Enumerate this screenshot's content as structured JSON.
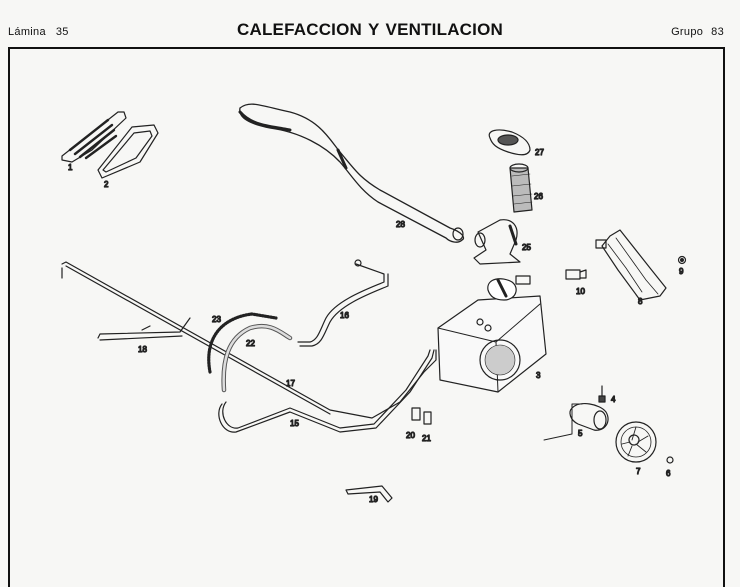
{
  "header": {
    "sheet_label": "Lámina",
    "sheet_number": "35",
    "title_words": [
      "CALEFACCION",
      "Y",
      "VENTILACION"
    ],
    "group_label": "Grupo",
    "group_number": "83"
  },
  "parts": [
    {
      "id": "part-1",
      "label": "1",
      "name": "vent-grille"
    },
    {
      "id": "part-2",
      "label": "2",
      "name": "grille-gasket"
    },
    {
      "id": "part-3",
      "label": "3",
      "name": "heater-box"
    },
    {
      "id": "part-4",
      "label": "4",
      "name": "blower-motor"
    },
    {
      "id": "part-5",
      "label": "5",
      "name": "motor-terminal"
    },
    {
      "id": "part-6",
      "label": "6",
      "name": "nut"
    },
    {
      "id": "part-7",
      "label": "7",
      "name": "fan-wheel"
    },
    {
      "id": "part-8",
      "label": "8",
      "name": "heater-core"
    },
    {
      "id": "part-9",
      "label": "9",
      "name": "fitting"
    },
    {
      "id": "part-10",
      "label": "10",
      "name": "valve"
    },
    {
      "id": "part-15",
      "label": "15",
      "name": "pipe-15"
    },
    {
      "id": "part-16",
      "label": "16",
      "name": "pipe-16"
    },
    {
      "id": "part-17",
      "label": "17",
      "name": "control-rod-17"
    },
    {
      "id": "part-18",
      "label": "18",
      "name": "bracket-rod-18"
    },
    {
      "id": "part-19",
      "label": "19",
      "name": "bracket-19"
    },
    {
      "id": "part-20",
      "label": "20",
      "name": "clip-20"
    },
    {
      "id": "part-21",
      "label": "21",
      "name": "clip-21"
    },
    {
      "id": "part-22",
      "label": "22",
      "name": "hose-22"
    },
    {
      "id": "part-23",
      "label": "23",
      "name": "spring-hose-23"
    },
    {
      "id": "part-25",
      "label": "25",
      "name": "elbow-connector"
    },
    {
      "id": "part-26",
      "label": "26",
      "name": "mesh-hose"
    },
    {
      "id": "part-27",
      "label": "27",
      "name": "air-inlet"
    },
    {
      "id": "part-28",
      "label": "28",
      "name": "air-duct"
    }
  ]
}
